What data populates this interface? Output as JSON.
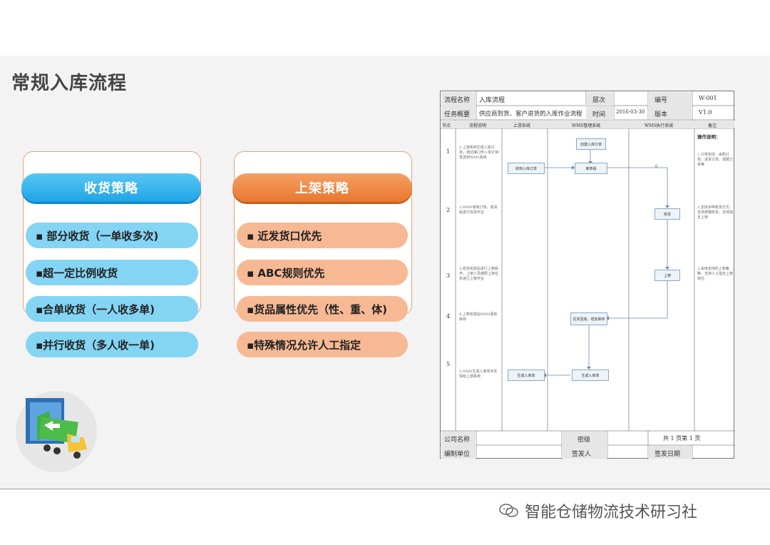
{
  "slide": {
    "title": "常规入库流程"
  },
  "receiving": {
    "header": "收货策略",
    "items": [
      "▪ 部分收货（一单收多次)",
      "▪超一定比例收货",
      "▪合单收货（一人收多单)",
      "▪并行收货（多人收一单)"
    ]
  },
  "putaway": {
    "header": "上架策略",
    "items": [
      "▪ 近发货口优先",
      "▪ ABC规则优先",
      "▪货品属性优先（性、重、体)",
      "▪特殊情况允许人工指定"
    ]
  },
  "flowchart": {
    "header": {
      "name_label": "流程名称",
      "name_value": "入库流程",
      "level_label": "层次",
      "level_value": "",
      "code_label": "编号",
      "code_value": "W-001",
      "summary_label": "任务概要",
      "summary_value": "供应商到货、客户退货的入库作业流程",
      "time_label": "时间",
      "time_value": "2016-03-30",
      "version_label": "版本",
      "version_value": "V1.0"
    },
    "columns": [
      "节点",
      "流程说明",
      "上游系统",
      "WMS管理系统",
      "WMS执行系统",
      "备注"
    ],
    "nodes": [
      "1",
      "2",
      "3",
      "4",
      "5"
    ],
    "descriptions": [
      "1.上游系统生成入库订单，通过接口传入单订单/发送到WMS系统",
      "2.WMS收到订单，收货组进行收货作业",
      "3.收货完成后进行上架操作，上架人员按照上架任务进行上架作业",
      "4.上架完成后WMS更新库存",
      "5.WMS生成入库单并反馈给上游系统"
    ],
    "boxes": {
      "create_order": "创建入库订单",
      "receive_order": "收到入库订单",
      "check_order": "审单组",
      "receive": "收货",
      "putaway": "上架",
      "complete": "任务回收，增加库存",
      "gen_receipt": "生成入库单",
      "receive_receipt": "生成入库单"
    },
    "yes_label": "是",
    "notes_title": "操作说明：",
    "notes": [
      "1.订单包括：采购订单、退货订单、调拨订单等",
      "2.支持多种收货方式：支持按箱收货，支持指定上架",
      "3.采用支持的上架策略：支持人工指定上架库位",
      "",
      ""
    ],
    "footer": {
      "company_label": "公司名称",
      "company_value": "",
      "secret_label": "密级",
      "secret_value": "",
      "pages_text": "共  1  页第  1  页",
      "author_label": "编制单位",
      "author_value": "",
      "issuer_label": "签发人",
      "issuer_value": "",
      "date_label": "签发日期",
      "date_value": ""
    }
  },
  "watermark": {
    "text": "智能仓储物流技术研习社"
  }
}
